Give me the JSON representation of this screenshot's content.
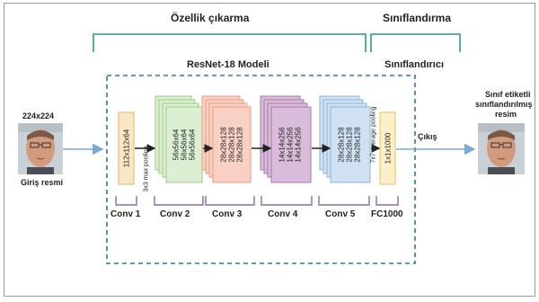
{
  "headers": {
    "feature_extraction": "Özellik çıkarma",
    "classification": "Sınıflandırma",
    "model_title": "ResNet-18 Modeli",
    "classifier": "Sınıflandırıcı"
  },
  "input": {
    "size_label": "224x224",
    "caption": "Giriş resmi"
  },
  "output": {
    "caption_lines": [
      "Sınıf etiketli",
      "sınıflandırılmış",
      "resim"
    ],
    "arrow_label": "Çıkış"
  },
  "layers": {
    "conv1": {
      "labels": [
        "112x112x64"
      ],
      "name": "Conv 1",
      "fill": "#fbe6c4",
      "stroke": "#e3b46a"
    },
    "pool1": {
      "label": "3x3 max pooling"
    },
    "conv2": {
      "labels": [
        "56x56x64",
        "56x56x64",
        "56x56x64"
      ],
      "name": "Conv 2",
      "fill": "#dcefd3",
      "stroke": "#9ccb86"
    },
    "conv3": {
      "labels": [
        "28x28x128",
        "28x28x128",
        "28x28x128"
      ],
      "name": "Conv 3",
      "fill": "#f9d0c4",
      "stroke": "#e99a85"
    },
    "conv4": {
      "labels": [
        "14x14x256",
        "14x14x256",
        "14x14x256"
      ],
      "name": "Conv 4",
      "fill": "#d9bcd9",
      "stroke": "#a877a8"
    },
    "conv5": {
      "labels": [
        "28x28x128",
        "28x28x128",
        "28x28x128"
      ],
      "name": "Conv 5",
      "fill": "#cfe1f3",
      "stroke": "#8fb4d9"
    },
    "pool2": {
      "label": "7x7 average pooling"
    },
    "fc": {
      "labels": [
        "1x1x1000"
      ],
      "name": "FC1000",
      "fill": "#fdf0c8",
      "stroke": "#e3c268"
    }
  },
  "colors": {
    "bracket": "#2e9a7a",
    "dashed_box": "#2b7a9a",
    "conv_bracket": "#8a6aa8",
    "arrow_blue": "#7aa8d8"
  }
}
